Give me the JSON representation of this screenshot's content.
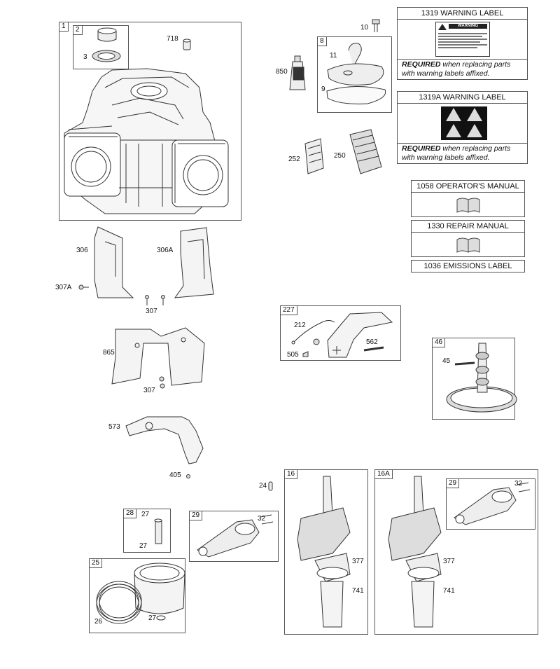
{
  "boxes": {
    "b1": "1",
    "b2": "2",
    "b8": "8",
    "b227": "227",
    "b46": "46",
    "b28": "28",
    "b29a": "29",
    "b25": "25",
    "b16": "16",
    "b16a": "16A",
    "b29b": "29"
  },
  "labels": {
    "p3": "3",
    "p718": "718",
    "p10": "10",
    "p11": "11",
    "p9": "9",
    "p850": "850",
    "p252": "252",
    "p250": "250",
    "p306": "306",
    "p306a": "306A",
    "p307a": "307A",
    "p307_1": "307",
    "p865": "865",
    "p307_2": "307",
    "p573": "573",
    "p405": "405",
    "p212": "212",
    "p505": "505",
    "p562": "562",
    "p45": "45",
    "p24": "24",
    "p27_1": "27",
    "p27_2": "27",
    "p32_1": "32",
    "p26": "26",
    "p27_3": "27",
    "p377_1": "377",
    "p741_1": "741",
    "p377_2": "377",
    "p741_2": "741",
    "p32_2": "32"
  },
  "side": {
    "w1319": {
      "title": "1319 WARNING LABEL",
      "req_bold": "REQUIRED",
      "req_rest": " when replacing parts",
      "req_line2": "with warning labels affixed."
    },
    "w1319a": {
      "title": "1319A WARNING LABEL",
      "req_bold": "REQUIRED",
      "req_rest": " when replacing parts",
      "req_line2": "with warning labels affixed."
    },
    "m1058": "1058 OPERATOR'S MANUAL",
    "m1330": "1330 REPAIR MANUAL",
    "m1036": "1036 EMISSIONS LABEL",
    "warning_sticker": "WARNING"
  }
}
